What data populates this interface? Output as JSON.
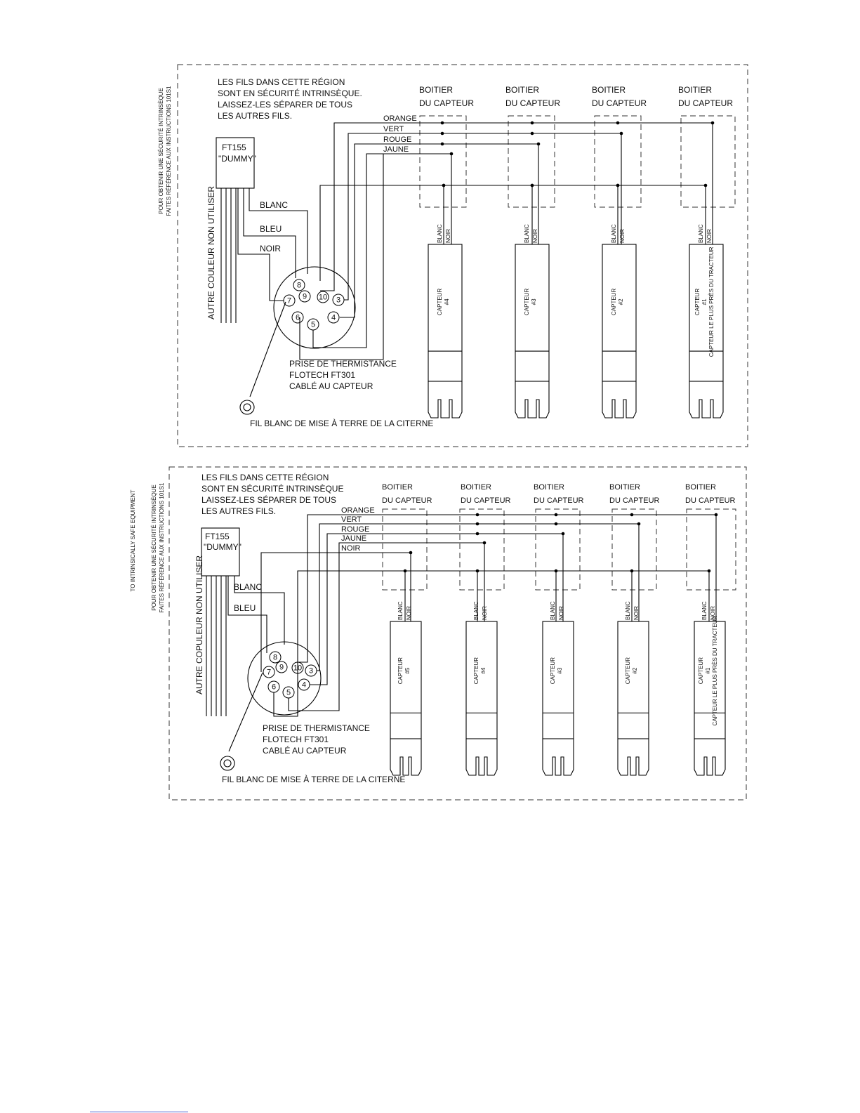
{
  "panels": [
    {
      "intro": [
        "LES FILS DANS CETTE RÉGION",
        "SONT EN SÉCURITÉ INTRINSÈQUE.",
        "LAISSEZ-LES SÉPARER DE TOUS",
        "LES AUTRES FILS."
      ],
      "side_note": [
        "POUR OBTENIR UNE SÉCURITÉ INTRINSÈQUE",
        "FAITES RÉFÉRENCE AUX INSTRUCTIONS 101S1"
      ],
      "device": [
        "FT155",
        "\"DUMMY\""
      ],
      "unused": "AUTRE COULEUR NON UTILISER",
      "wires_left": [
        "BLANC",
        "BLEU",
        "NOIR"
      ],
      "wires_top": [
        "ORANGE",
        "VERT",
        "ROUGE",
        "JAUNE"
      ],
      "box_label": [
        "BOITIER",
        "DU CAPTEUR"
      ],
      "connector_pins": [
        "8",
        "9",
        "10",
        "7",
        "3",
        "6",
        "5",
        "4"
      ],
      "plug": [
        "PRISE DE THERMISTANCE",
        "FLOTECH FT301",
        "CABLÉ AU CAPTEUR"
      ],
      "ground": "FIL BLANC DE MISE À TERRE DE LA CITERNE",
      "probe_wires": [
        "BLANC",
        "NOIR"
      ],
      "sensors": [
        {
          "lines": [
            "CAPTEUR",
            "#4"
          ]
        },
        {
          "lines": [
            "CAPTEUR",
            "#3"
          ]
        },
        {
          "lines": [
            "CAPTEUR",
            "#2"
          ]
        },
        {
          "lines": [
            "CAPTEUR",
            "#1",
            "CAPTEUR LE PLUS PRÈS DU TRACTEUR"
          ]
        }
      ]
    },
    {
      "intro": [
        "LES FILS DANS CETTE RÉGION",
        "SONT EN SÉCURITÉ INTRINSÈQUE",
        "LAISSEZ-LES SÉPARER DE TOUS",
        "LES AUTRES FILS."
      ],
      "side_note": [
        "POUR OBTENIR UNE SÉCURITÉ INTRINSÈQUE",
        "FAITES RÉFÉRENCE AUX INSTRUCTIONS 101S1"
      ],
      "outer_note": "TO INTRINSICALLY SAFE EQUIPMENT",
      "device": [
        "FT155",
        "\"DUMMY\""
      ],
      "unused": "AUTRE COPULEUR NON UTILISER",
      "wires_left": [
        "BLANC",
        "BLEU"
      ],
      "wires_top": [
        "ORANGE",
        "VERT",
        "ROUGE",
        "JAUNE",
        "NOIR"
      ],
      "box_label": [
        "BOITIER",
        "DU CAPTEUR"
      ],
      "connector_pins": [
        "8",
        "9",
        "10",
        "7",
        "3",
        "6",
        "5",
        "4"
      ],
      "plug": [
        "PRISE DE THERMISTANCE",
        "FLOTECH FT301",
        "CABLÉ AU CAPTEUR"
      ],
      "ground": "FIL BLANC DE MISE À TERRE DE LA CITERNE",
      "probe_wires": [
        "BLANC",
        "NOIR"
      ],
      "sensors": [
        {
          "lines": [
            "CAPTEUR",
            "#5"
          ]
        },
        {
          "lines": [
            "CAPTEUR",
            "#4"
          ]
        },
        {
          "lines": [
            "CAPTEUR",
            "#3"
          ]
        },
        {
          "lines": [
            "CAPTEUR",
            "#2"
          ]
        },
        {
          "lines": [
            "CAPTEUR",
            "#1",
            "CAPTEUR LE PLUS PRÈS DU TRACTEUR"
          ]
        }
      ]
    }
  ]
}
